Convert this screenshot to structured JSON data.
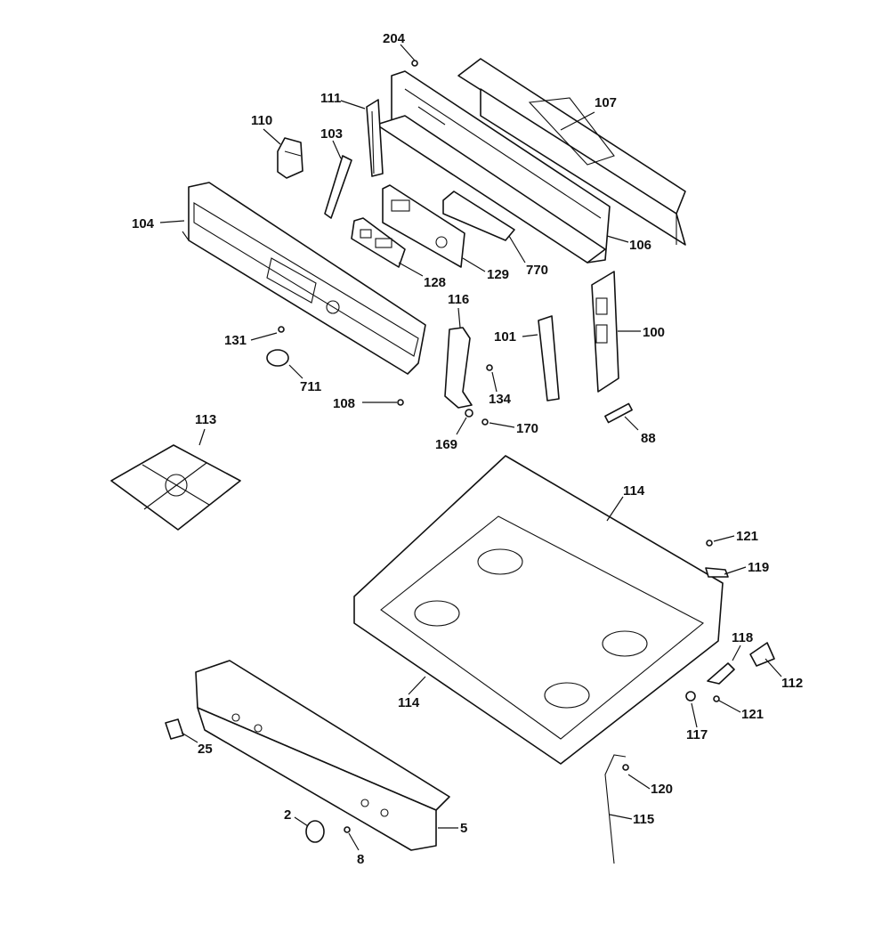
{
  "callouts": [
    {
      "id": "c204",
      "text": "204"
    },
    {
      "id": "c107",
      "text": "107"
    },
    {
      "id": "c111",
      "text": "111"
    },
    {
      "id": "c110",
      "text": "110"
    },
    {
      "id": "c103",
      "text": "103"
    },
    {
      "id": "c104",
      "text": "104"
    },
    {
      "id": "c106",
      "text": "106"
    },
    {
      "id": "c129",
      "text": "129"
    },
    {
      "id": "c770",
      "text": "770"
    },
    {
      "id": "c128",
      "text": "128"
    },
    {
      "id": "c116",
      "text": "116"
    },
    {
      "id": "c101",
      "text": "101"
    },
    {
      "id": "c100",
      "text": "100"
    },
    {
      "id": "c131",
      "text": "131"
    },
    {
      "id": "c711",
      "text": "711"
    },
    {
      "id": "c134",
      "text": "134"
    },
    {
      "id": "c108",
      "text": "108"
    },
    {
      "id": "c170",
      "text": "170"
    },
    {
      "id": "c169",
      "text": "169"
    },
    {
      "id": "c88",
      "text": "88"
    },
    {
      "id": "c113",
      "text": "113"
    },
    {
      "id": "c114a",
      "text": "114"
    },
    {
      "id": "c121a",
      "text": "121"
    },
    {
      "id": "c119",
      "text": "119"
    },
    {
      "id": "c118",
      "text": "118"
    },
    {
      "id": "c112",
      "text": "112"
    },
    {
      "id": "c114b",
      "text": "114"
    },
    {
      "id": "c121b",
      "text": "121"
    },
    {
      "id": "c117",
      "text": "117"
    },
    {
      "id": "c25",
      "text": "25"
    },
    {
      "id": "c120",
      "text": "120"
    },
    {
      "id": "c115",
      "text": "115"
    },
    {
      "id": "c2",
      "text": "2"
    },
    {
      "id": "c5",
      "text": "5"
    },
    {
      "id": "c8",
      "text": "8"
    }
  ]
}
